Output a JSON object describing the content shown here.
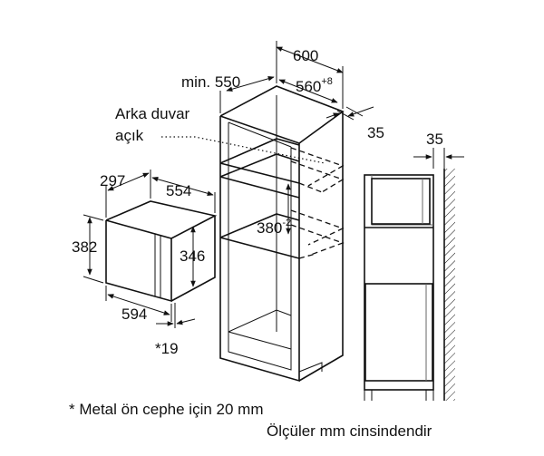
{
  "dimensions": {
    "cabinet_width": "600",
    "cabinet_depth_min": "min. 550",
    "niche_width": "560",
    "niche_width_tol": "+8",
    "rear_gap": "35",
    "side_gap": "35",
    "niche_height": "380",
    "niche_height_tol": "-2",
    "appliance_depth": "297",
    "appliance_width_top": "554",
    "appliance_height": "382",
    "door_height": "346",
    "appliance_width": "594",
    "front_offset": "*19"
  },
  "labels": {
    "rear_wall_line1": "Arka duvar",
    "rear_wall_line2": "açık"
  },
  "notes": {
    "footnote": "* Metal ön cephe için 20 mm",
    "units": "Ölçüler mm cinsindendir"
  }
}
